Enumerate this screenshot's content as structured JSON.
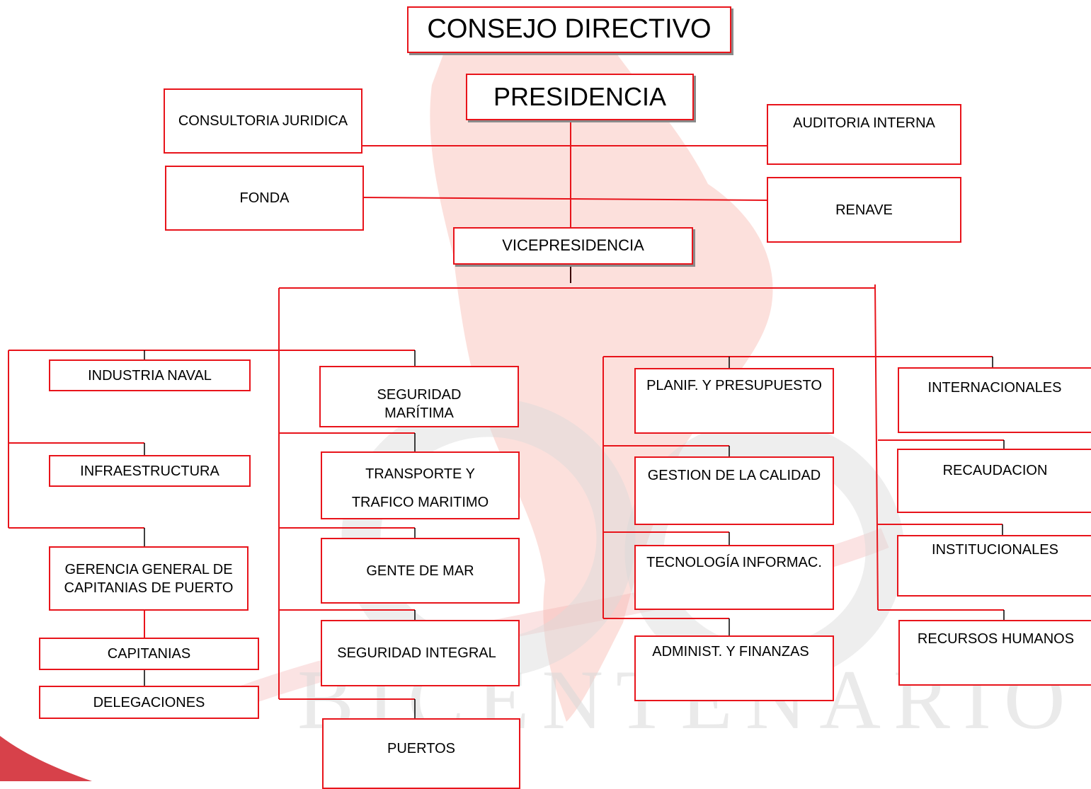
{
  "watermark": {
    "text": "BICENTENARIO"
  },
  "colors": {
    "line": "#e8141b",
    "border": "#e8141b",
    "watermark_red": "#f9c7bf",
    "watermark_gray": "#d9d9d9"
  },
  "nodes": {
    "consejo": "CONSEJO DIRECTIVO",
    "presidencia": "PRESIDENCIA",
    "consultoria": "CONSULTORIA JURIDICA",
    "fonda": "FONDA",
    "auditoria": "AUDITORIA INTERNA",
    "renave": "RENAVE",
    "vicepresidencia": "VICEPRESIDENCIA",
    "industria_naval": "INDUSTRIA NAVAL",
    "infraestructura": "INFRAESTRUCTURA",
    "gerencia_capitanias": "GERENCIA GENERAL DE\nCAPITANIAS DE PUERTO",
    "capitanias": "CAPITANIAS",
    "delegaciones": "DELEGACIONES",
    "seguridad_maritima": "SEGURIDAD\nMARÍTIMA",
    "transporte": "TRANSPORTE  Y\n\nTRAFICO MARITIMO",
    "gente_de_mar": "GENTE DE MAR",
    "seguridad_integral": "SEGURIDAD INTEGRAL",
    "puertos": "PUERTOS",
    "planif": "PLANIF. Y PRESUPUESTO",
    "gestion_calidad": "GESTION  DE LA CALIDAD",
    "tecnologia": "TECNOLOGÍA INFORMAC.",
    "administ": "ADMINIST. Y FINANZAS",
    "internacionales": "INTERNACIONALES",
    "recaudacion": "RECAUDACION",
    "institucionales": "INSTITUCIONALES",
    "recursos_humanos": "RECURSOS HUMANOS"
  }
}
